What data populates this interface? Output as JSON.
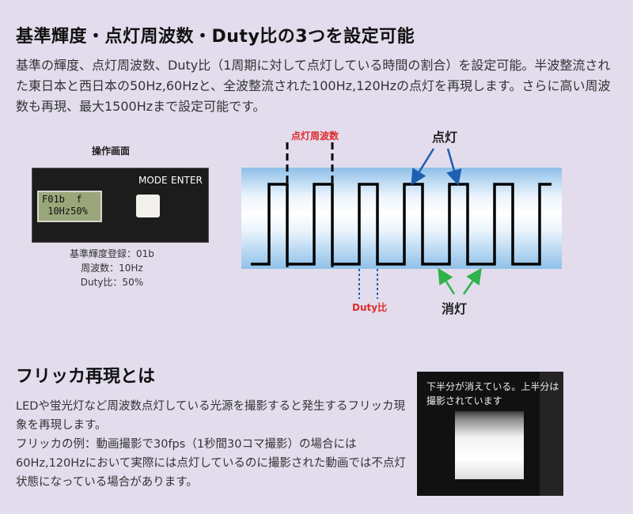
{
  "section1": {
    "title": "基準輝度・点灯周波数・Duty比の3つを設定可能",
    "description": "基準の輝度、点灯周波数、Duty比（1周期に対して点灯している時間の割合）を設定可能。半波整流された東日本と西日本の50Hz,60Hzと、全波整流された100Hz,120Hzの点灯を再現します。さらに高い周波数も再現、最大1500Hzまで設定可能です。"
  },
  "panel": {
    "caption": "操作画面",
    "lcd_line1": "F01b  f",
    "lcd_line2": " 10Hz50%",
    "mode_label": "MODE",
    "enter_label": "ENTER",
    "spec1": "基準輝度登録：01b",
    "spec2": "周波数：10Hz",
    "spec3": "Duty比：50%"
  },
  "diagram": {
    "freq_label": "点灯周波数",
    "on_label": "点灯",
    "off_label": "消灯",
    "duty_label": "Duty比",
    "colors": {
      "accent_red": "#e02a2a",
      "arrow_blue": "#1f5fb0",
      "arrow_green": "#2eb24a"
    }
  },
  "section2": {
    "title": "フリッカ再現とは",
    "para1": "LEDや蛍光灯など周波数点灯している光源を撮影すると発生するフリッカ現象を再現します。",
    "para2": "フリッカの例：動画撮影で30fps（1秒間30コマ撮影）の場合には60Hz,120Hzにおいて実際には点灯しているのに撮影された動画では不点灯状態になっている場合があります。"
  },
  "photo": {
    "caption": "下半分が消えている。上半分は撮影されています"
  }
}
